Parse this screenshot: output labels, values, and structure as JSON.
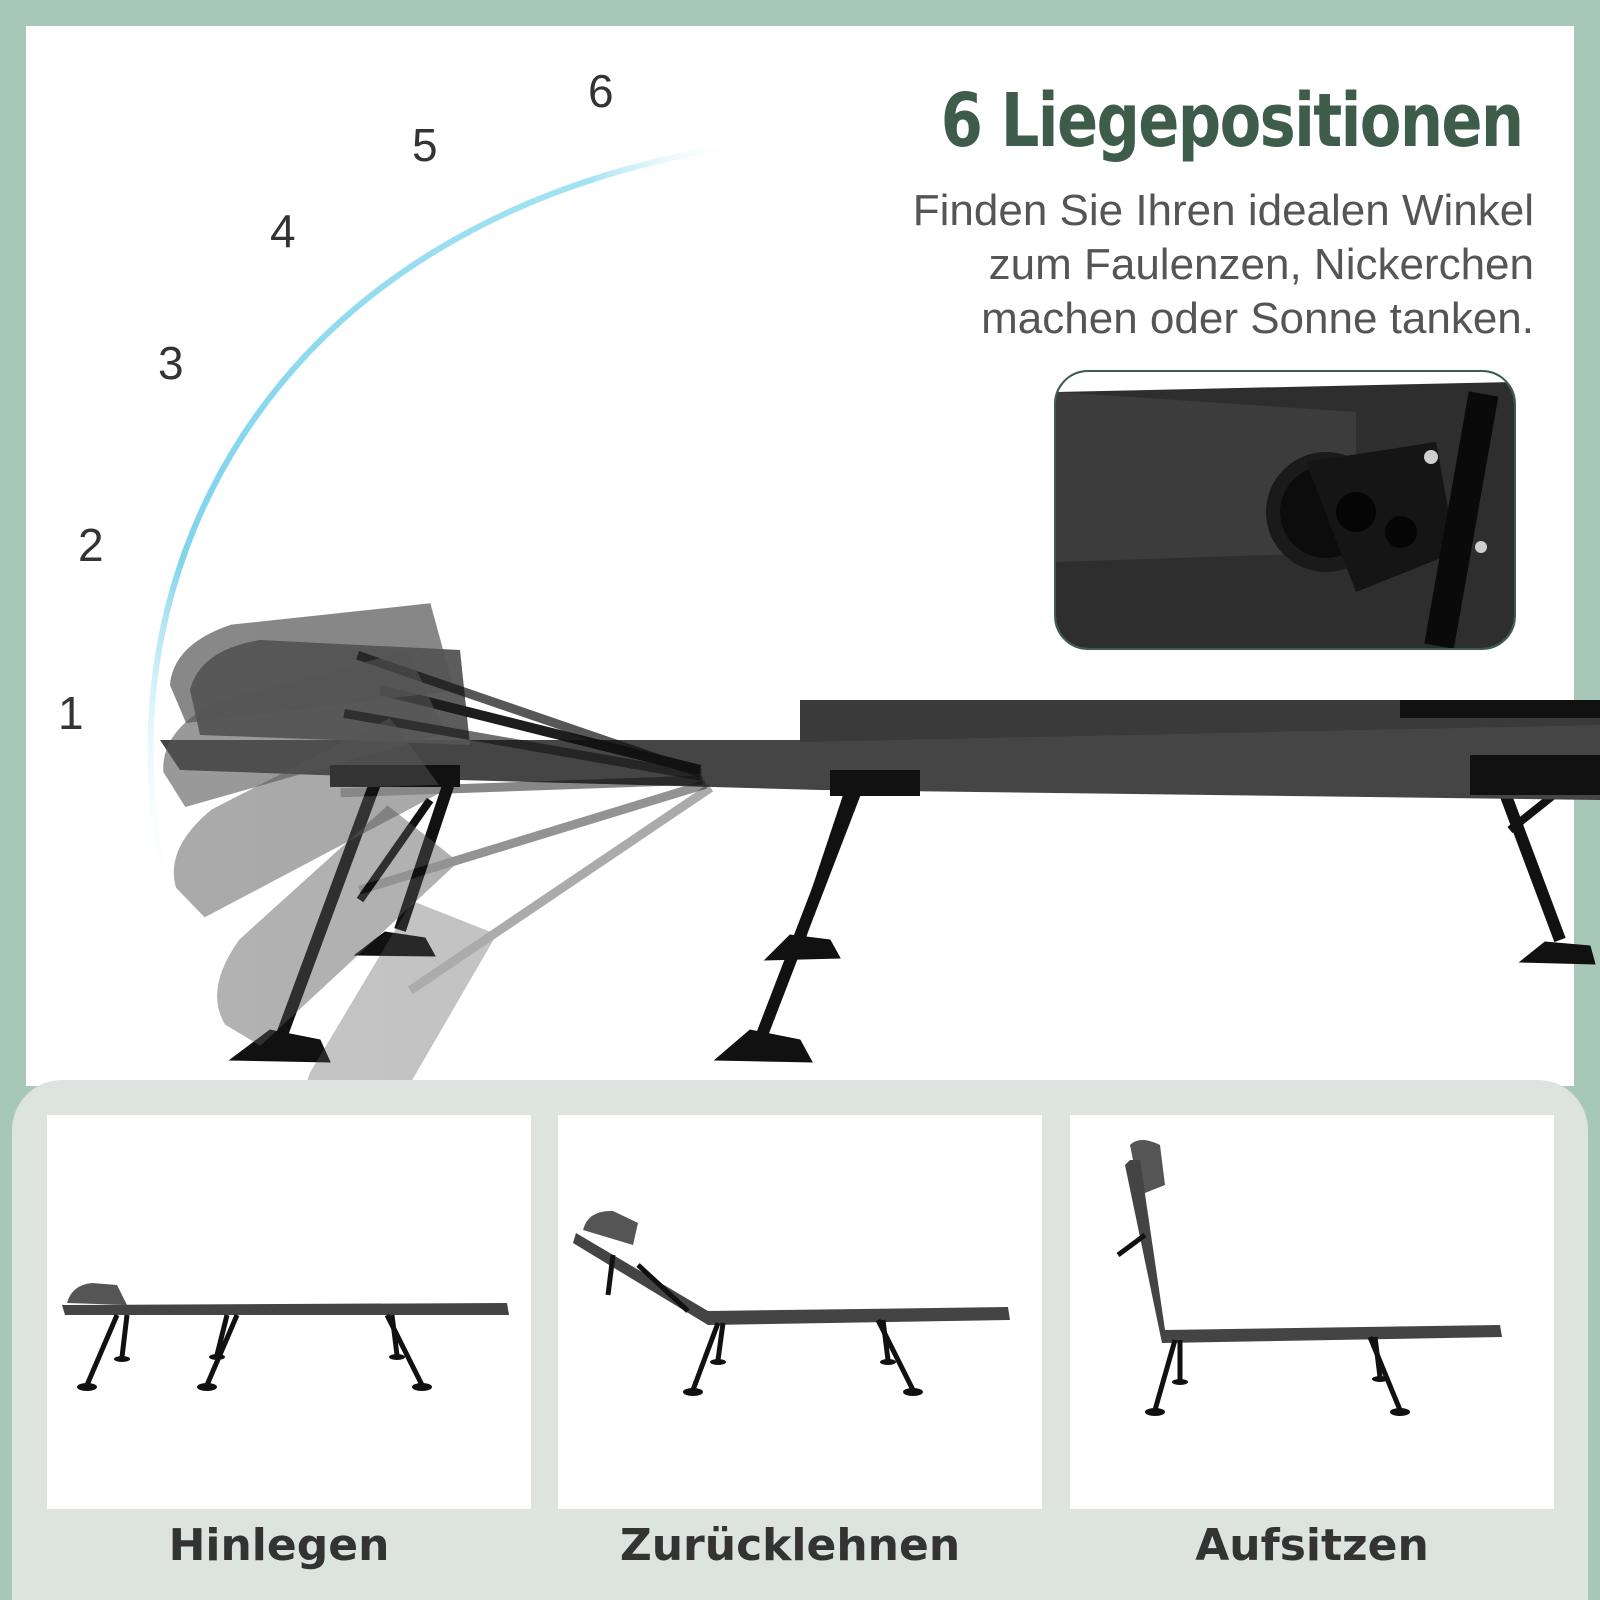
{
  "header": {
    "title": "6 Liegepositionen",
    "subtitle_lines": [
      "Finden Sie Ihren idealen Winkel",
      "zum Faulenzen, Nickerchen",
      "machen oder Sonne tanken."
    ]
  },
  "positions": [
    "1",
    "2",
    "3",
    "4",
    "5",
    "6"
  ],
  "modes": [
    {
      "label": "Hinlegen"
    },
    {
      "label": "Zurücklehnen"
    },
    {
      "label": "Aufsitzen"
    }
  ],
  "colors": {
    "frame": "#a7c8b8",
    "title": "#3d5c4a",
    "arc": "#7fd4ec",
    "fabric": "#4a4a4a"
  }
}
